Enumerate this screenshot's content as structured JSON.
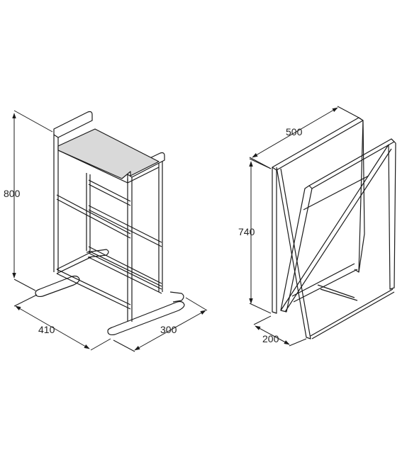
{
  "colors": {
    "line": "#1a1a1a",
    "shelf_fill": "#d9d9d9",
    "background": "#ffffff"
  },
  "valet_stand": {
    "height_label": "800",
    "width_label": "410",
    "depth_label": "300"
  },
  "towel_rack": {
    "width_label": "500",
    "height_label": "740",
    "depth_label": "200"
  }
}
